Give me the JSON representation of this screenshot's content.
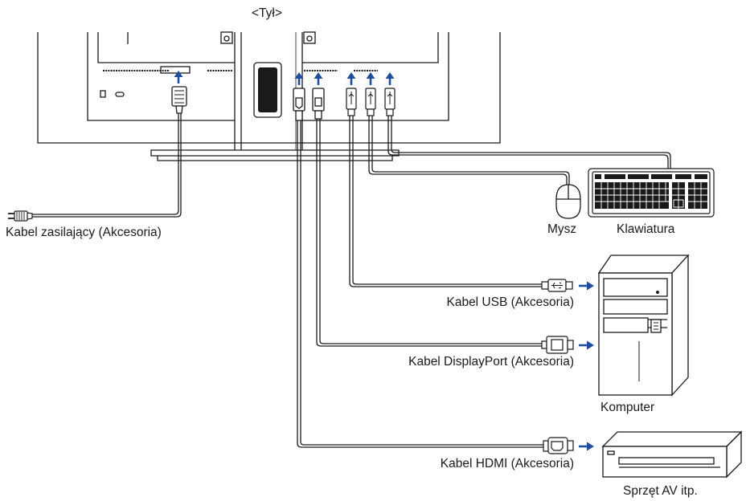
{
  "diagram": {
    "view_label": "<Tył>",
    "labels": {
      "power_cable": "Kabel zasilający (Akcesoria)",
      "mouse": "Mysz",
      "keyboard": "Klawiatura",
      "usb_cable": "Kabel USB (Akcesoria)",
      "displayport_cable": "Kabel DisplayPort (Akcesoria)",
      "computer": "Komputer",
      "hdmi_cable": "Kabel HDMI (Akcesoria)",
      "av_equipment": "Sprzęt AV itp."
    },
    "colors": {
      "line": "#1a1a1a",
      "arrow": "#1f4e9a",
      "background": "#ffffff"
    },
    "icons": [
      "power-plug-icon",
      "mouse-icon",
      "keyboard-icon",
      "computer-tower-icon",
      "av-device-icon",
      "usb-plug-icon",
      "displayport-plug-icon",
      "hdmi-plug-icon"
    ]
  }
}
